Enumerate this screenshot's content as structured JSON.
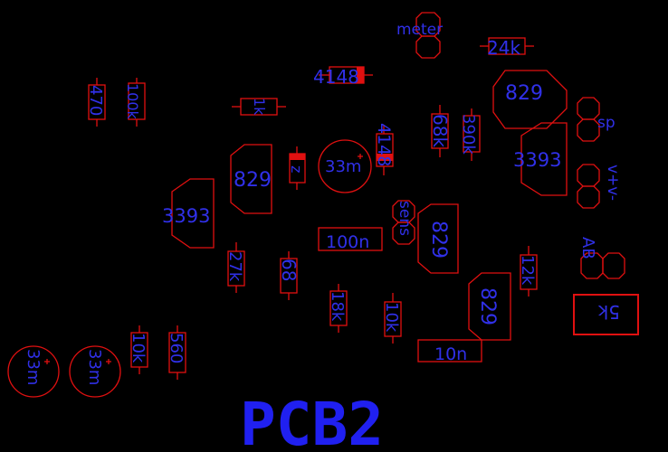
{
  "board": {
    "title": "PCB2",
    "background": "#000000",
    "outline_color": "#e01010",
    "text_color": "#3030e8"
  },
  "labels": {
    "meter": "meter",
    "r_24k": "24k",
    "d_4148_top": "4148",
    "ic_829_top": "829",
    "r_470": "470",
    "r_100k": "100k",
    "pot_1k": "1k",
    "sp": "sp",
    "r_68k": "68k",
    "r_390k": "390k",
    "ic_829_mid": "829",
    "d_z": "z",
    "cap_33m_mid": "33m",
    "d_4148_vert": "4148",
    "ic_3393_right": "3393",
    "v_plus_minus": "v+v-",
    "ic_3393_left": "3393",
    "sens": "sens",
    "ic_829_right": "829",
    "c_100n": "100n",
    "r_27k": "27k",
    "r_68": "68",
    "ab": "AB",
    "r_12k": "12k",
    "pot_5k": "5k",
    "r_18k": "18k",
    "r_10k_mid": "10k",
    "ic_829_low": "829",
    "c_10n": "10n",
    "r_10k_left": "10k",
    "r_560": "560",
    "cap_33m_left1": "33m",
    "cap_33m_left2": "33m"
  }
}
